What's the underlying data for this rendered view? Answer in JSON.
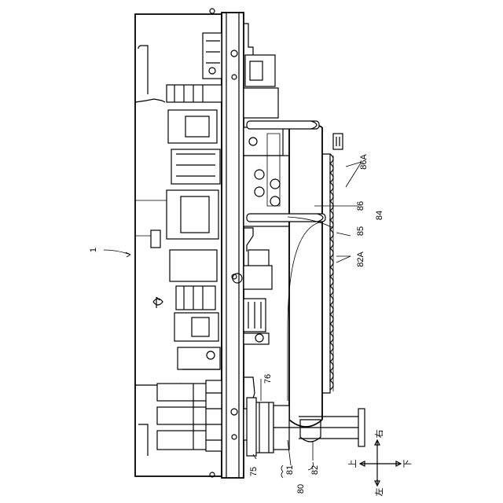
{
  "labels": {
    "l1": "1",
    "l86a": "86A",
    "l86": "86",
    "l84": "84",
    "l85": "85",
    "l82a": "82A",
    "l76": "76",
    "l75": "75",
    "l81": "81",
    "l82": "82",
    "l80": "80"
  },
  "directions": {
    "up": "上",
    "down": "下",
    "left": "左",
    "right": "右"
  }
}
